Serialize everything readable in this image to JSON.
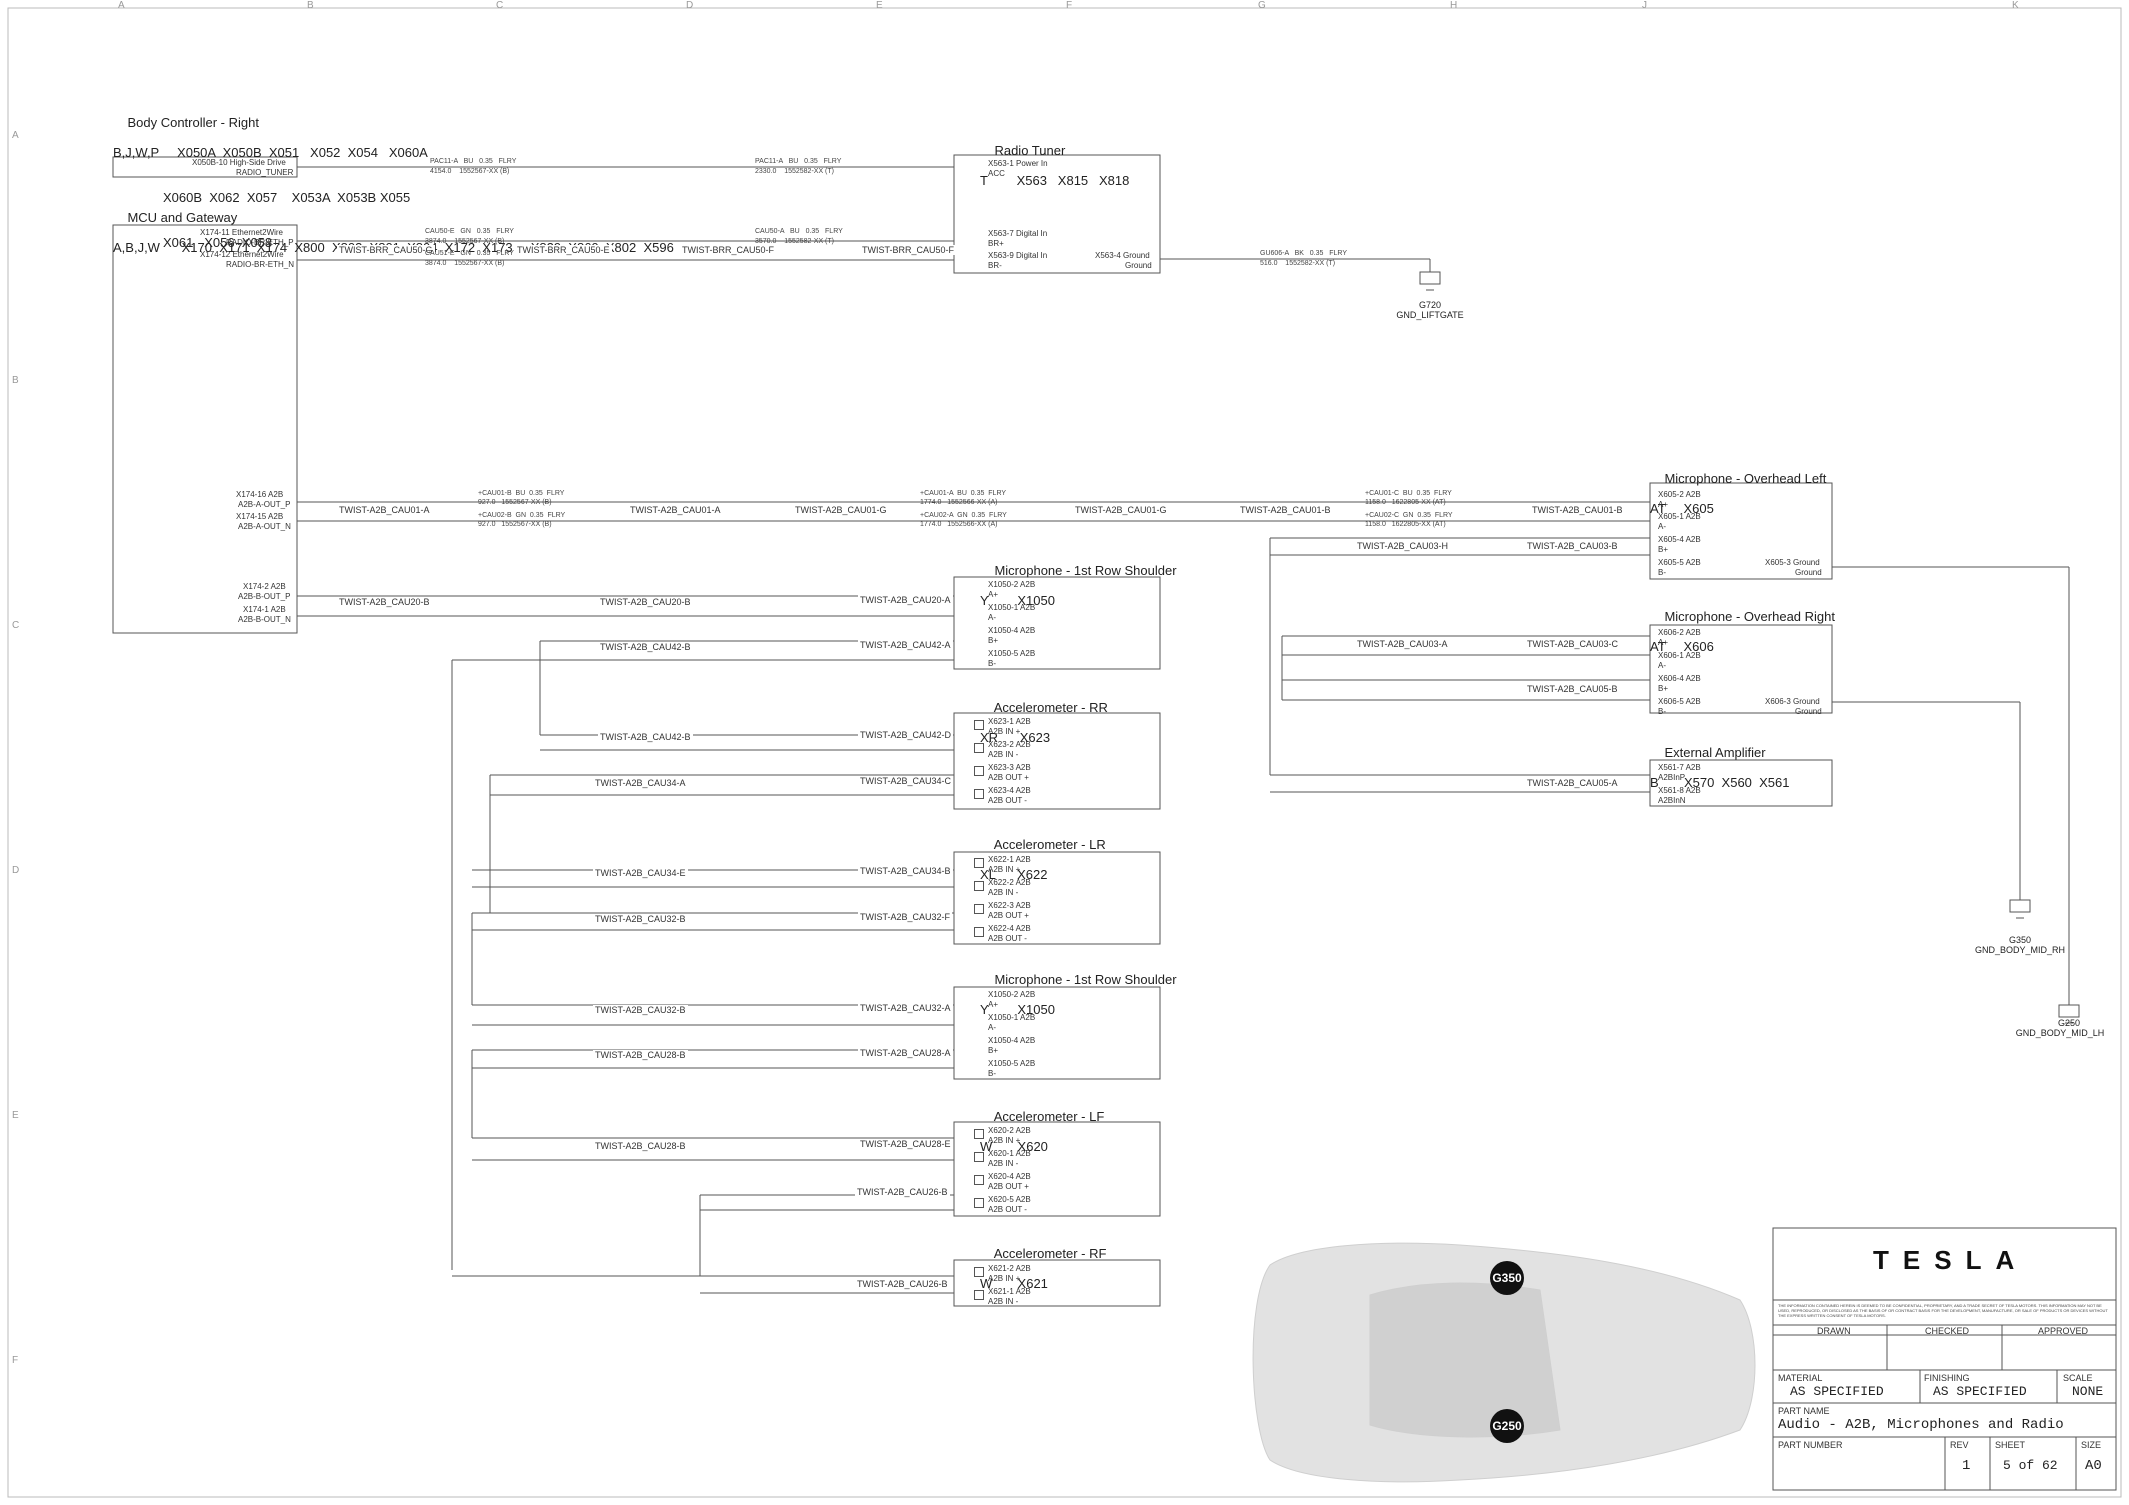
{
  "zones": {
    "columns": [
      "A",
      "B",
      "C",
      "D",
      "E",
      "F",
      "G",
      "H",
      "J",
      "K"
    ],
    "rows": [
      "A",
      "B",
      "C",
      "D",
      "E",
      "F"
    ]
  },
  "components": {
    "bcm": {
      "title": "Body Controller - Right",
      "connectors": [
        "B,J,W,P     X050A  X050B  X051   X052  X054   X060A",
        "X060B  X062  X057    X053A  X053B X055",
        "X061   X056  X058"
      ],
      "pins": [
        "X050B-10 High-Side Drive",
        "RADIO_TUNER"
      ]
    },
    "mcu": {
      "title": "MCU and Gateway",
      "connectors": "A,B,J,W      X170  X171  X174  X800  X803  X801  X804  X172  X173     X829  X860  X802  X596",
      "pins": [
        "X174-11 Ethernet2Wire",
        "RADIO-BR-ETH_P",
        "X174-12 Ethernet2Wire",
        "RADIO-BR-ETH_N",
        "X174-16 A2B",
        "A2B-A-OUT_P",
        "X174-15 A2B",
        "A2B-A-OUT_N",
        "X174-2 A2B",
        "A2B-B-OUT_P",
        "X174-1 A2B",
        "A2B-B-OUT_N"
      ]
    },
    "radio": {
      "title": "Radio Tuner",
      "connectors": "T        X563   X815   X818",
      "pins": [
        "X563-1 Power In",
        "ACC",
        "X563-7 Digital In",
        "BR+",
        "X563-9 Digital In",
        "BR-",
        "X563-4 Ground",
        "Ground"
      ]
    },
    "mic_ol": {
      "title": "Microphone - Overhead Left",
      "connectors": "AT     X605",
      "pins": [
        "X605-2 A2B",
        "A+",
        "X605-1 A2B",
        "A-",
        "X605-4 A2B",
        "B+",
        "X605-5 A2B",
        "B-",
        "X605-3 Ground",
        "Ground"
      ]
    },
    "mic_or": {
      "title": "Microphone - Overhead Right",
      "connectors": "AT     X606",
      "pins": [
        "X606-2 A2B",
        "A+",
        "X606-1 A2B",
        "A-",
        "X606-4 A2B",
        "B+",
        "X606-5 A2B",
        "B-",
        "X606-3 Ground",
        "Ground"
      ]
    },
    "ext_amp": {
      "title": "External Amplifier",
      "connectors": "B       X570  X560  X561",
      "pins": [
        "X561-7 A2B",
        "A2BInP",
        "X561-8 A2B",
        "A2BInN"
      ]
    },
    "mic_r1": {
      "title": "Microphone - 1st Row Shoulder",
      "connectors": "Y        X1050",
      "pins": [
        "X1050-2 A2B",
        "A+",
        "X1050-1 A2B",
        "A-",
        "X1050-4 A2B",
        "B+",
        "X1050-5 A2B",
        "B-"
      ]
    },
    "acc_rr": {
      "title": "Accelerometer - RR",
      "connectors": "XR      X623",
      "pins": [
        "X623-1 A2B",
        "A2B IN +",
        "X623-2 A2B",
        "A2B IN -",
        "X623-3 A2B",
        "A2B OUT +",
        "X623-4 A2B",
        "A2B OUT -"
      ]
    },
    "acc_lr": {
      "title": "Accelerometer - LR",
      "connectors": "XL      X622",
      "pins": [
        "X622-1 A2B",
        "A2B IN +",
        "X622-2 A2B",
        "A2B IN -",
        "X622-3 A2B",
        "A2B OUT +",
        "X622-4 A2B",
        "A2B OUT -"
      ]
    },
    "mic_r2": {
      "title": "Microphone - 1st Row Shoulder",
      "connectors": "Y        X1050",
      "pins": [
        "X1050-2 A2B",
        "A+",
        "X1050-1 A2B",
        "A-",
        "X1050-4 A2B",
        "B+",
        "X1050-5 A2B",
        "B-"
      ]
    },
    "acc_lf": {
      "title": "Accelerometer - LF",
      "connectors": "W       X620",
      "pins": [
        "X620-2 A2B",
        "A2B IN +",
        "X620-1 A2B",
        "A2B IN -",
        "X620-4 A2B",
        "A2B OUT +",
        "X620-5 A2B",
        "A2B OUT -"
      ]
    },
    "acc_rf": {
      "title": "Accelerometer - RF",
      "connectors": "W       X621",
      "pins": [
        "X621-2 A2B",
        "A2B IN +",
        "X621-1 A2B",
        "A2B IN -"
      ]
    }
  },
  "nets": [
    "TWIST-BRR_CAU50-G",
    "TWIST-BRR_CAU50-E",
    "TWIST-BRR_CAU50-F",
    "TWIST-A2B_CAU01-A",
    "TWIST-A2B_CAU01-A",
    "TWIST-A2B_CAU01-G",
    "TWIST-A2B_CAU01-G",
    "TWIST-A2B_CAU01-B",
    "TWIST-A2B_CAU01-B",
    "TWIST-A2B_CAU20-B",
    "TWIST-A2B_CAU20-B",
    "TWIST-A2B_CAU20-A",
    "TWIST-A2B_CAU42-B",
    "TWIST-A2B_CAU42-A",
    "TWIST-A2B_CAU42-B",
    "TWIST-A2B_CAU42-D",
    "TWIST-A2B_CAU34-A",
    "TWIST-A2B_CAU34-C",
    "TWIST-A2B_CAU34-E",
    "TWIST-A2B_CAU34-B",
    "TWIST-A2B_CAU32-B",
    "TWIST-A2B_CAU32-F",
    "TWIST-A2B_CAU32-B",
    "TWIST-A2B_CAU32-A",
    "TWIST-A2B_CAU28-B",
    "TWIST-A2B_CAU28-A",
    "TWIST-A2B_CAU28-B",
    "TWIST-A2B_CAU28-E",
    "TWIST-A2B_CAU26-B",
    "TWIST-A2B_CAU26-B",
    "TWIST-A2B_CAU03-H",
    "TWIST-A2B_CAU03-B",
    "TWIST-A2B_CAU03-A",
    "TWIST-A2B_CAU03-C",
    "TWIST-A2B_CAU05-B",
    "TWIST-A2B_CAU05-A"
  ],
  "wires": [
    "PAC11-A   BU   0.35   FLRY",
    "4154.0    1552567-XX (B)",
    "PAC11-A   BU   0.35   FLRY",
    "2330.0    1552582-XX (T)",
    "CAU50-E   GN   0.35   FLRY",
    "3874.0    1552567-XX (B)",
    "CAU51-E   GN   0.35   FLRY",
    "3874.0    1552567-XX (B)",
    "CAU50-A   BU   0.35   FLRY",
    "3570.0    1552582-XX (T)",
    "GU606-A   BK   0.35   FLRY",
    "516.0    1552582-XX (T)",
    "+CAU01-B  BU  0.35  FLRY",
    "927.0   1552567-XX (B)",
    "+CAU02-B  GN  0.35  FLRY",
    "927.0   1552567-XX (B)",
    "+CAU01-A  BU  0.35  FLRY",
    "1774.0   1552566-XX (A)",
    "+CAU02-A  GN  0.35  FLRY",
    "1774.0   1552566-XX (A)",
    "+CAU01-C  BU  0.35  FLRY",
    "1158.0   1622805-XX (AT)",
    "+CAU02-C  GN  0.35  FLRY",
    "1158.0   1622805-XX (AT)"
  ],
  "grounds": [
    {
      "name": "G720",
      "label": "GND_LIFTGATE"
    },
    {
      "name": "G350",
      "label": "GND_BODY_MID_RH"
    },
    {
      "name": "G250",
      "label": "GND_BODY_MID_LH"
    }
  ],
  "badges": [
    "G350",
    "G250"
  ],
  "title_block": {
    "logo": "TESLA",
    "disclaimer": "THE INFORMATION CONTAINED HEREIN IS DEEMED TO BE CONFIDENTIAL, PROPRIETARY, AND A TRADE SECRET OF TESLA MOTORS. THIS INFORMATION MAY NOT BE USED, REPRODUCED, OR DISCLOSED AS THE BASIS OF OR CONTRACT BASIS FOR THE DEVELOPMENT, MANUFACTURE, OR SALE OF PRODUCTS OR DEVICES WITHOUT THE EXPRESS WRITTEN CONSENT OF TESLA MOTORS.",
    "drawn": "DRAWN",
    "checked": "CHECKED",
    "approved": "APPROVED",
    "material_label": "MATERIAL",
    "material": "AS SPECIFIED",
    "finishing_label": "FINISHING",
    "finishing": "AS SPECIFIED",
    "scale_label": "SCALE",
    "scale": "NONE",
    "part_name_label": "PART NAME",
    "part_name": "Audio - A2B, Microphones and Radio",
    "part_number_label": "PART NUMBER",
    "rev_label": "REV",
    "rev": "1",
    "sheet_label": "SHEET",
    "sheet": "5 of 62",
    "size_label": "SIZE",
    "size": "A0"
  }
}
